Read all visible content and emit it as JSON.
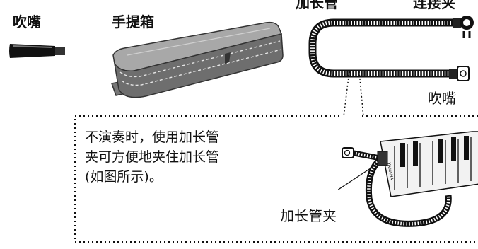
{
  "items": {
    "mouthpiece": "吹嘴",
    "case": "手提箱",
    "tube": "加长管",
    "connector": "连接夹",
    "tube_mouthpiece": "吹嘴"
  },
  "note": {
    "line1": "不演奏时，使用加长管",
    "line2": "夹可方便地夹住加长管",
    "line3": "(如图所示)。"
  },
  "callout": {
    "clip": "加长管夹"
  },
  "brand_mark": "YAMAHA"
}
